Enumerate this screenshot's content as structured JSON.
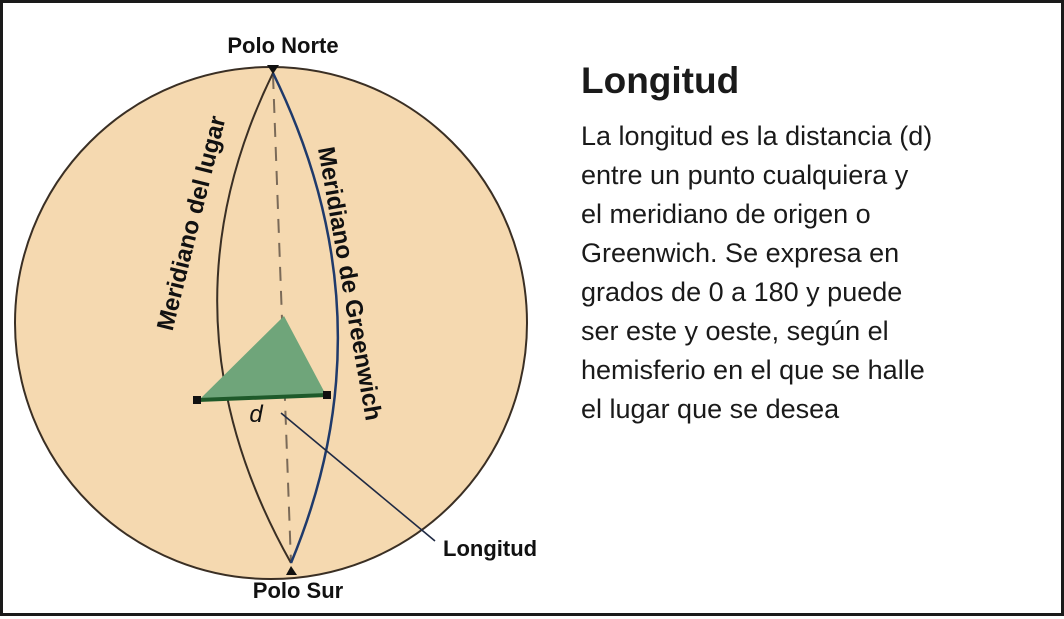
{
  "colors": {
    "globe_fill": "#f5d9b0",
    "globe_stroke": "#3a2f24",
    "greenwich_meridian": "#1f3a6b",
    "local_meridian": "#3a2f24",
    "triangle_fill": "#6fa57a",
    "longitude_segment": "#1e5a2a",
    "border": "#1a1a1a"
  },
  "diagram": {
    "north_pole_label": "Polo Norte",
    "south_pole_label": "Polo Sur",
    "local_meridian_label": "Meridiano del lugar",
    "greenwich_meridian_label": "Meridiano de Greenwich",
    "distance_label": "d",
    "longitude_label": "Longitud"
  },
  "panel": {
    "title": "Longitud",
    "lines": [
      "La longitud es la distancia (d)",
      "entre un punto cualquiera y",
      "el meridiano de origen o",
      "Greenwich. Se expresa en",
      "grados de 0 a 180 y puede",
      "ser este y oeste, según el",
      "hemisferio en el que se halle",
      "el lugar que se desea"
    ]
  }
}
